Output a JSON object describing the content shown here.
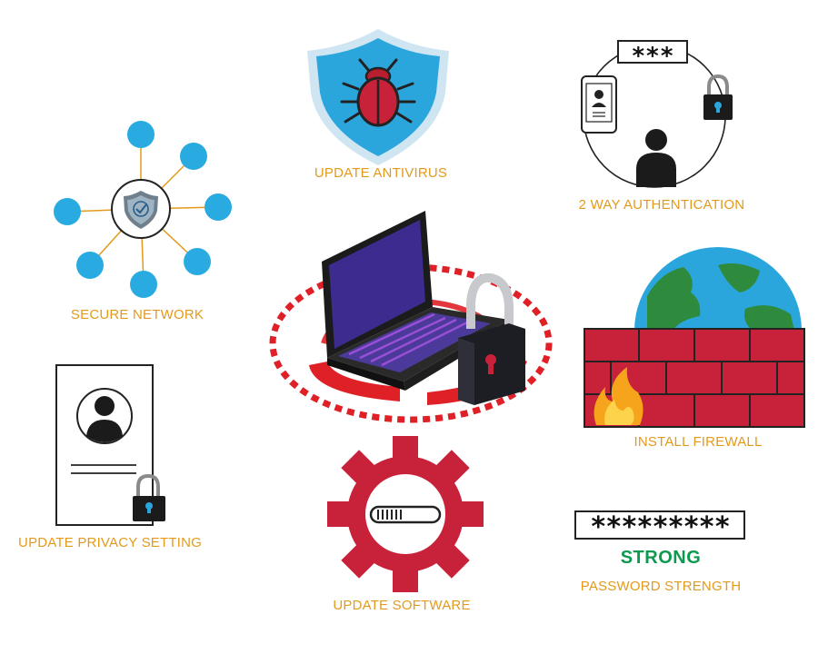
{
  "labels": {
    "antivirus": "UPDATE ANTIVIRUS",
    "two_way": "2 WAY AUTHENTICATION",
    "network": "SECURE NETWORK",
    "firewall": "INSTALL FIREWALL",
    "privacy": "UPDATE PRIVACY SETTING",
    "software": "UPDATE SOFTWARE",
    "password": "PASSWORD STRENGTH"
  },
  "auth_code": "***",
  "password_mask": "*********",
  "strength": "STRONG",
  "colors": {
    "label": "#e39a1c",
    "strong": "#0c9a4e",
    "brick": "#c8213a",
    "shield": "#2aa6dd",
    "network_node": "#29abe2",
    "gear": "#c8213a",
    "laptop_screen": "#3d2b8f"
  },
  "icons": [
    "shield-bug-icon",
    "auth-cycle-icon",
    "network-shield-icon",
    "laptop-lock-icon",
    "globe-firewall-icon",
    "profile-document-icon",
    "gear-progress-icon",
    "password-field-icon"
  ]
}
